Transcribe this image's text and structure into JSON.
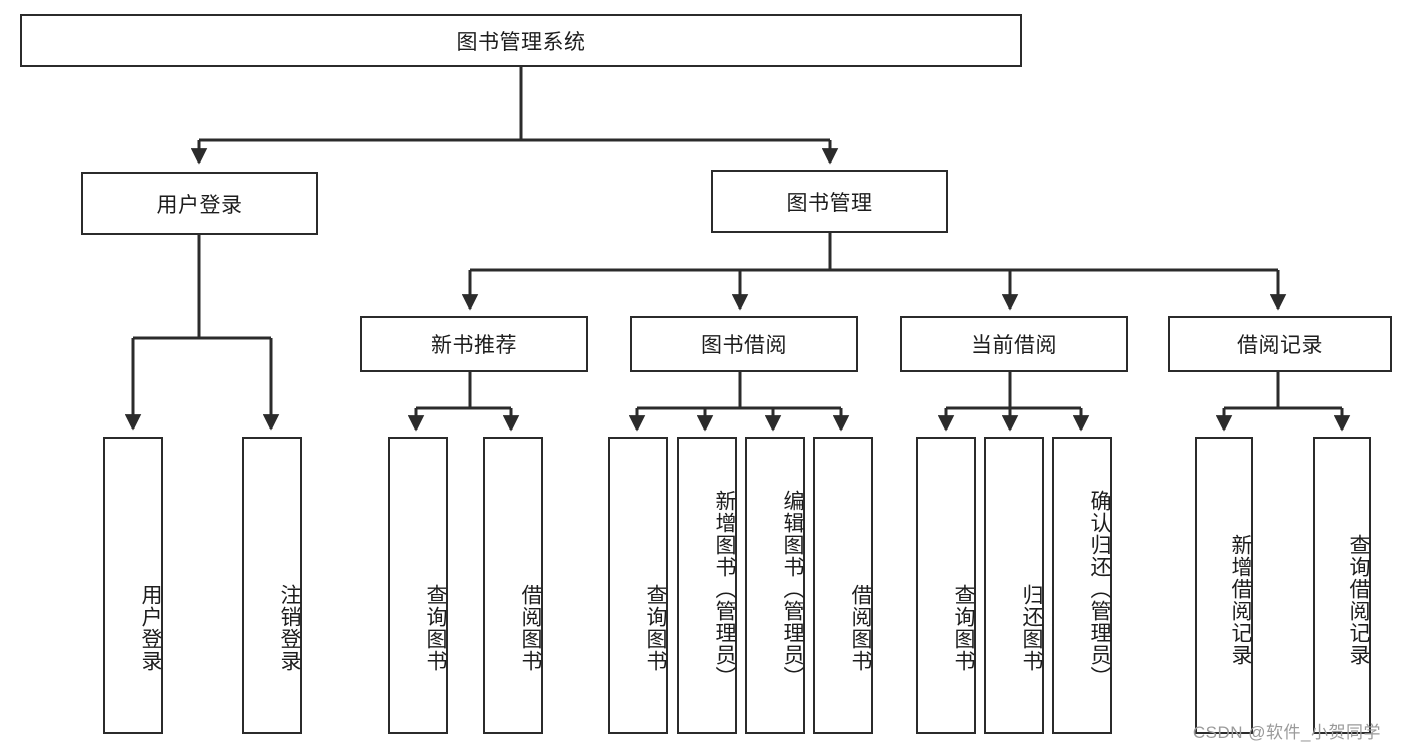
{
  "diagram": {
    "title": "图书管理系统",
    "type": "tree-hierarchy-chart",
    "orientation": "top-down",
    "colors": {
      "box_border": "#2b2b2b",
      "box_fill": "#ffffff",
      "connector": "#2b2b2b",
      "text": "#1d1d1d",
      "watermark": "#9a9a9a",
      "background": "#ffffff"
    }
  },
  "root": {
    "label": "图书管理系统"
  },
  "level2": [
    {
      "label": "用户登录"
    },
    {
      "label": "图书管理"
    }
  ],
  "level3": [
    {
      "label": "新书推荐"
    },
    {
      "label": "图书借阅"
    },
    {
      "label": "当前借阅"
    },
    {
      "label": "借阅记录"
    }
  ],
  "leaves": {
    "user_login": [
      {
        "label": "用户登录"
      },
      {
        "label": "注销登录"
      }
    ],
    "new_book_recommend": [
      {
        "label": "查询图书"
      },
      {
        "label": "借阅图书"
      }
    ],
    "book_borrow": [
      {
        "label": "查询图书"
      },
      {
        "label": "新增图书（管理员）"
      },
      {
        "label": "编辑图书（管理员）"
      },
      {
        "label": "借阅图书"
      }
    ],
    "current_borrow": [
      {
        "label": "查询图书"
      },
      {
        "label": "归还图书"
      },
      {
        "label": "确认归还（管理员）"
      }
    ],
    "borrow_record": [
      {
        "label": "新增借阅记录"
      },
      {
        "label": "查询借阅记录"
      }
    ]
  },
  "watermark": {
    "text": "CSDN @软件_小贺同学"
  }
}
